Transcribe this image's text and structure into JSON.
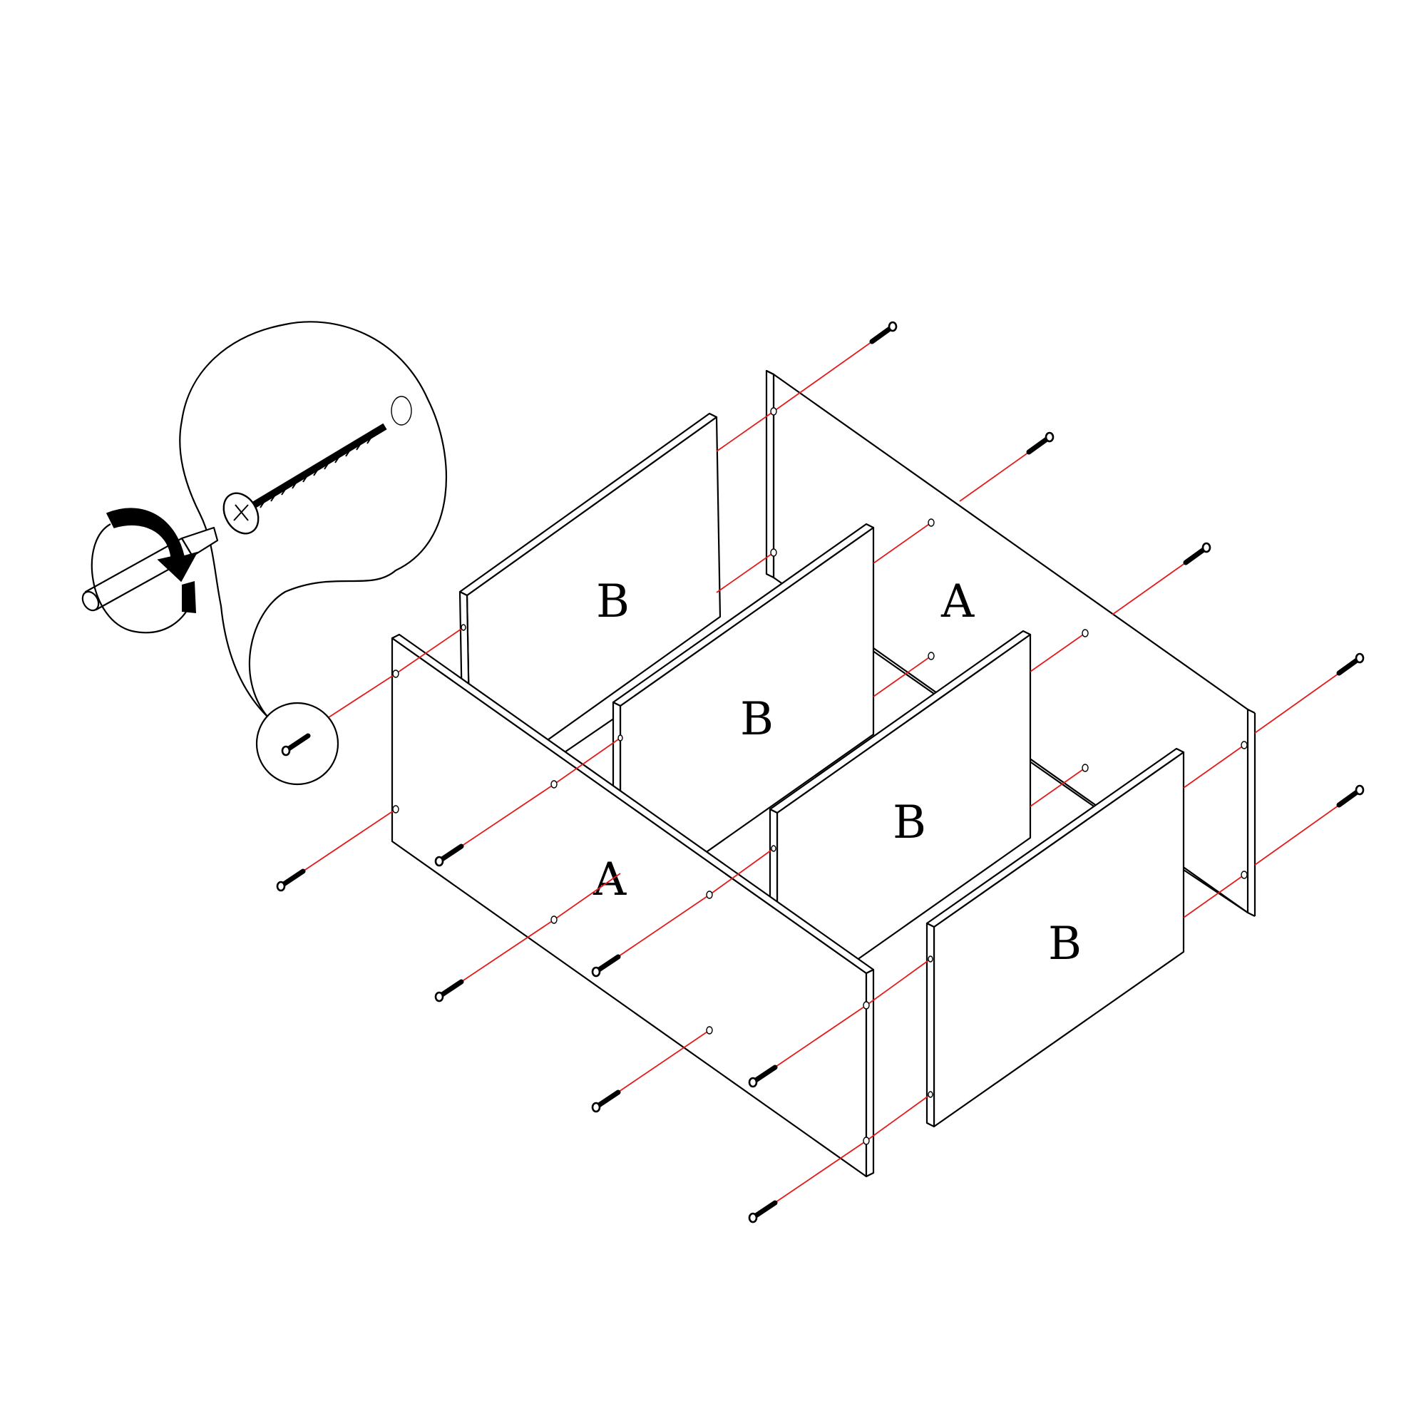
{
  "panels": {
    "a_front_label": "A",
    "a_back_label": "A",
    "b_back_left_label": "B",
    "b_mid_left_label": "B",
    "b_mid_right_label": "B",
    "b_front_right_label": "B"
  },
  "colors": {
    "outline": "#000000",
    "guide_line": "#e31b1b",
    "background": "#ffffff"
  },
  "icons": {
    "screw": "screw-icon",
    "screwdriver": "screwdriver-icon",
    "rotate_arrow": "rotate-clockwise-icon"
  }
}
